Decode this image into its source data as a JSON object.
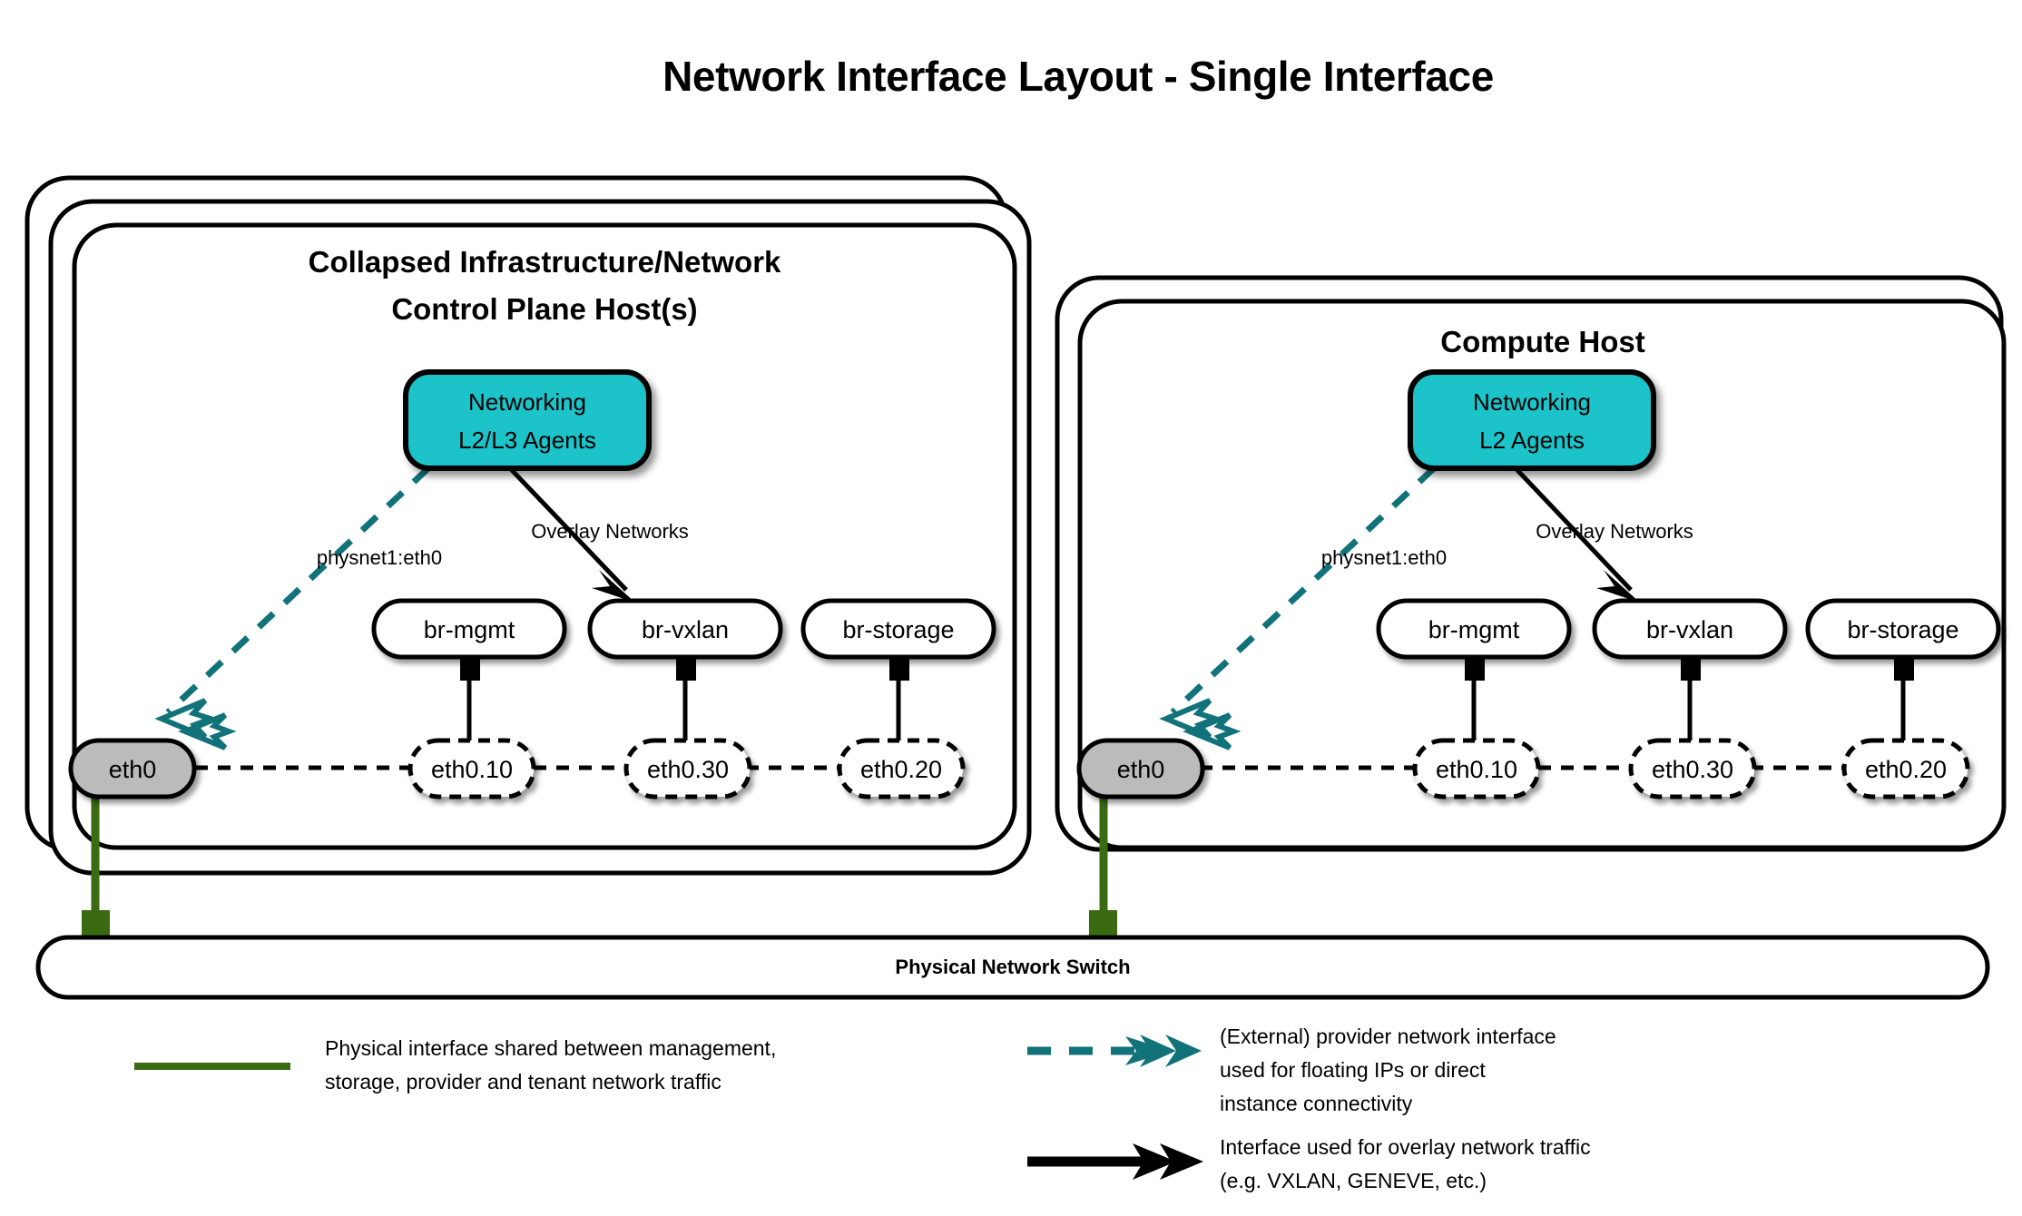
{
  "page": {
    "title": "Network Interface Layout - Single Interface",
    "background": "#ffffff"
  },
  "colors": {
    "teal": "#1FC3C9",
    "teal_dark": "#11727A",
    "green": "#3A6B12",
    "gray": "#BBBBBB",
    "black": "#000000",
    "white": "#ffffff"
  },
  "hosts": [
    {
      "id": "control-plane-host",
      "title_line1": "Collapsed Infrastructure/Network",
      "title_line2": "Control Plane Host(s)",
      "stack_layers": 3,
      "agent": {
        "label_line1": "Networking",
        "label_line2": "L2/L3 Agents",
        "fill": "#1FC3C9"
      },
      "edge_labels": {
        "provider": "physnet1:eth0",
        "overlay": "Overlay Networks"
      },
      "physical_interface": "eth0",
      "bridges": [
        {
          "name": "br-mgmt",
          "vlan": "eth0.10"
        },
        {
          "name": "br-vxlan",
          "vlan": "eth0.30"
        },
        {
          "name": "br-storage",
          "vlan": "eth0.20"
        }
      ]
    },
    {
      "id": "compute-host",
      "title_line1": "Compute Host",
      "title_line2": "",
      "stack_layers": 2,
      "agent": {
        "label_line1": "Networking",
        "label_line2": "L2 Agents",
        "fill": "#1FC3C9"
      },
      "edge_labels": {
        "provider": "physnet1:eth0",
        "overlay": "Overlay Networks"
      },
      "physical_interface": "eth0",
      "bridges": [
        {
          "name": "br-mgmt",
          "vlan": "eth0.10"
        },
        {
          "name": "br-vxlan",
          "vlan": "eth0.30"
        },
        {
          "name": "br-storage",
          "vlan": "eth0.20"
        }
      ]
    }
  ],
  "switch": {
    "label": "Physical Network Switch"
  },
  "legend": [
    {
      "id": "physical-interface",
      "style": "solid-green-line",
      "color": "#3A6B12",
      "lines": [
        "Physical interface shared between management,",
        "storage, provider and tenant network traffic"
      ]
    },
    {
      "id": "provider-network-interface",
      "style": "dashed-teal-arrow",
      "color": "#11727A",
      "lines": [
        "(External) provider network interface",
        "used for floating IPs or direct",
        "instance connectivity"
      ]
    },
    {
      "id": "overlay-network-interface",
      "style": "solid-black-arrow",
      "color": "#000000",
      "lines": [
        "Interface used for overlay network traffic",
        "(e.g. VXLAN, GENEVE, etc.)"
      ]
    }
  ]
}
